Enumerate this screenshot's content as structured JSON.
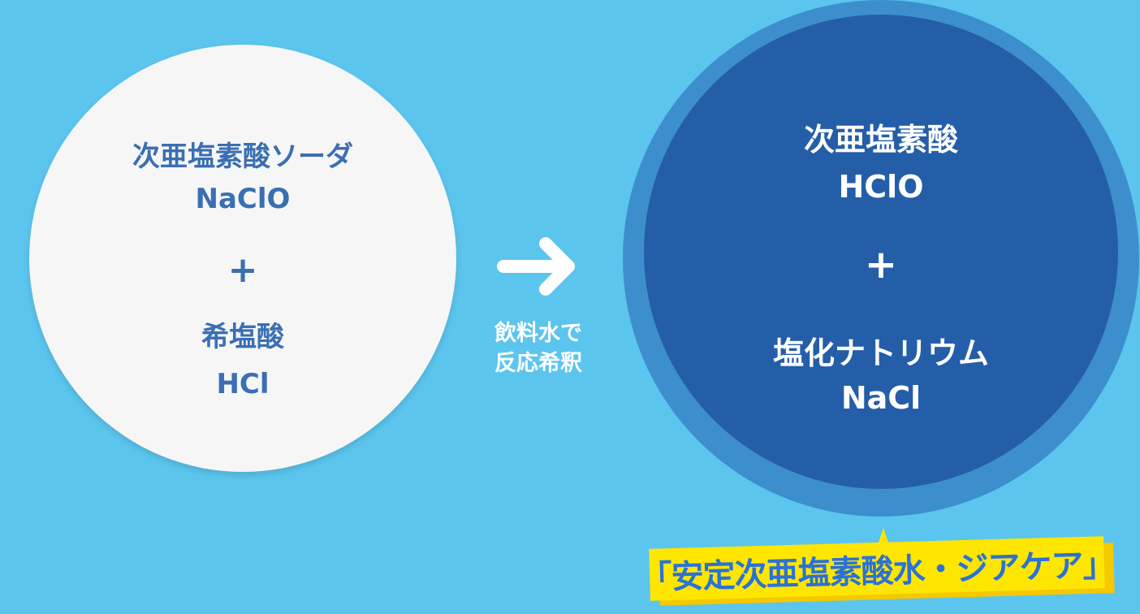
{
  "reactants": {
    "substance1_name": "次亜塩素酸ソーダ",
    "substance1_formula": "NaClO",
    "plus": "+",
    "substance2_name": "希塩酸",
    "substance2_formula": "HCl"
  },
  "process": {
    "arrow_icon": "right-arrow-icon",
    "label_line1": "飲料水で",
    "label_line2": "反応希釈"
  },
  "products": {
    "substance1_name": "次亜塩素酸",
    "substance1_formula": "HClO",
    "plus": "+",
    "substance2_name": "塩化ナトリウム",
    "substance2_formula": "NaCl"
  },
  "product_label": {
    "text": "「安定次亜塩素酸水・ジアケア」"
  },
  "colors": {
    "background": "#5bc5ee",
    "reactant_circle": "#f6f6f6",
    "reactant_text": "#3a6fb2",
    "product_circle": "#245ea8",
    "product_ring": "#3c8fcc",
    "label_bg": "#ffe600",
    "label_text": "#2b72d6"
  }
}
